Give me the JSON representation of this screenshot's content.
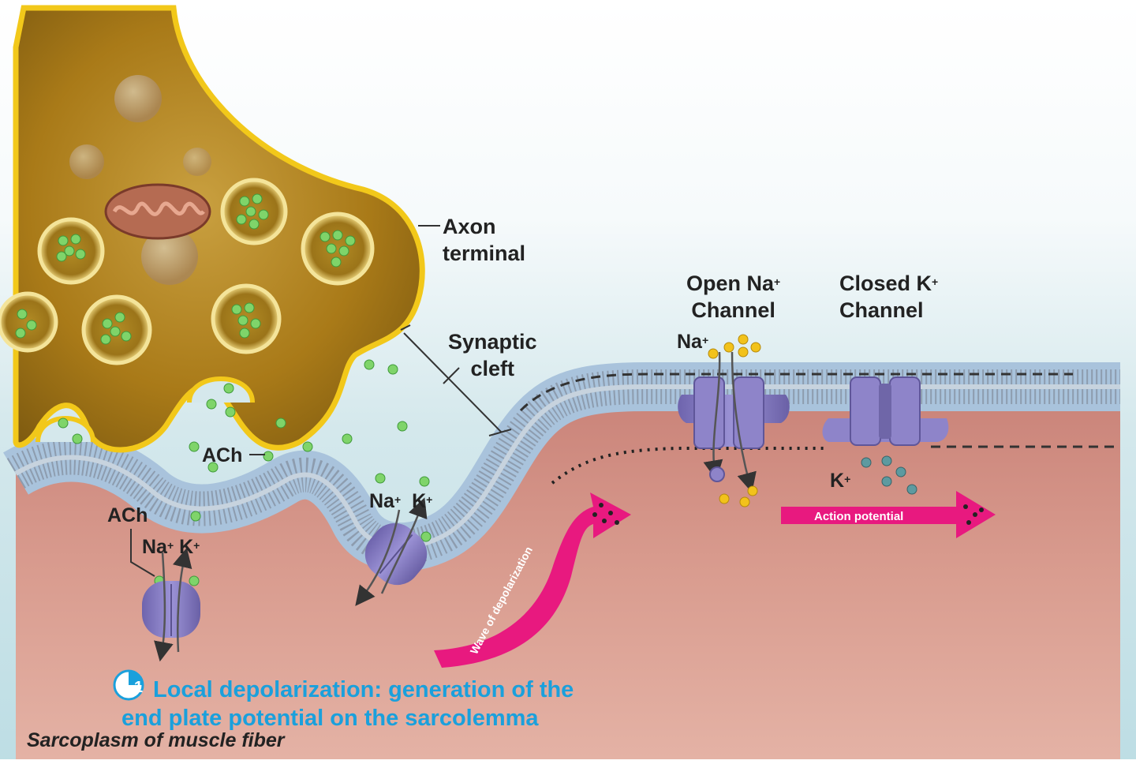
{
  "labels": {
    "axon_terminal_line1": "Axon",
    "axon_terminal_line2": "terminal",
    "synaptic_cleft_line1": "Synaptic",
    "synaptic_cleft_line2": "cleft",
    "ach_cleft": "ACh",
    "ach_receptor": "ACh",
    "na_left": "Na",
    "k_left": "K",
    "na_mid": "Na",
    "k_mid": "K",
    "open_na_line1": "Open Na",
    "open_na_line2": "Channel",
    "closed_k_line1": "Closed K",
    "closed_k_line2": "Channel",
    "na_channel_ion": "Na",
    "k_channel_ion": "K",
    "plus": "+"
  },
  "arrows": {
    "wave": "Wave of depolarization",
    "action_potential": "Action potential"
  },
  "step": {
    "number": "1",
    "line1": "Local depolarization: generation of the",
    "line2": "end plate potential on the sarcolemma"
  },
  "caption": "Sarcoplasm of muscle fiber",
  "colors": {
    "axon_fill": "#b98a1e",
    "axon_outline": "#f2c81a",
    "vesicle_dot": "#7fd46a",
    "channel": "#8e84c9",
    "membrane": "#a9c3dc",
    "sarcoplasm": "#d59688",
    "na_ion": "#f2c21b",
    "k_ion": "#5d9aa0",
    "arrow": "#e8197f",
    "step_text": "#1aa0dc"
  }
}
